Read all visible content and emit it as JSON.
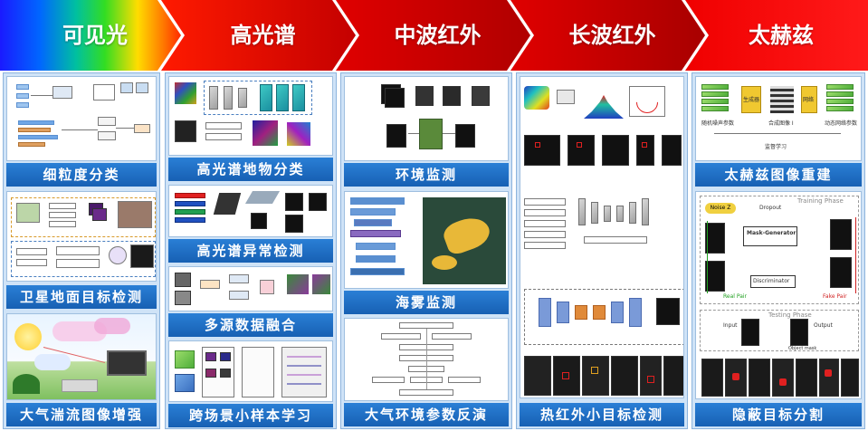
{
  "header": {
    "bands": [
      "可见光",
      "高光谱",
      "中波红外",
      "长波红外",
      "太赫兹"
    ]
  },
  "columns": [
    {
      "panels": [
        "细粒度分类",
        "卫星地面目标检测",
        "大气湍流图像增强"
      ]
    },
    {
      "panels": [
        "高光谱地物分类",
        "高光谱异常检测",
        "多源数据融合",
        "跨场景小样本学习"
      ]
    },
    {
      "panels": [
        "环境监测",
        "海雾监测",
        "大气环境参数反演"
      ]
    },
    {
      "panels": [
        "热红外小目标检测"
      ]
    },
    {
      "panels": [
        "太赫兹图像重建",
        "隐蔽目标分割"
      ]
    }
  ],
  "thumbnails": {
    "thz_recon": {
      "noise_param": "随机噪声参数",
      "generator": "生成器",
      "synth_image": "合成图像 I",
      "network": "网络",
      "dynamic_param": "动态网络参数",
      "supervised": "监督学习"
    },
    "thz_seg": {
      "training_phase": "Training Phase",
      "testing_phase": "Testing Phase",
      "noise": "Noise Z",
      "dropout": "Dropout",
      "mask_generator": "Mask-Generator",
      "discriminator": "Discriminator",
      "real_pair": "Real Pair",
      "fake_pair": "Fake Pair",
      "input": "Input",
      "output": "Output",
      "object_mask": "Object mask"
    }
  },
  "colors": {
    "label_bg": "#1a66bb",
    "column_bg": "#cfe3f7",
    "band_red": "#d00000"
  }
}
